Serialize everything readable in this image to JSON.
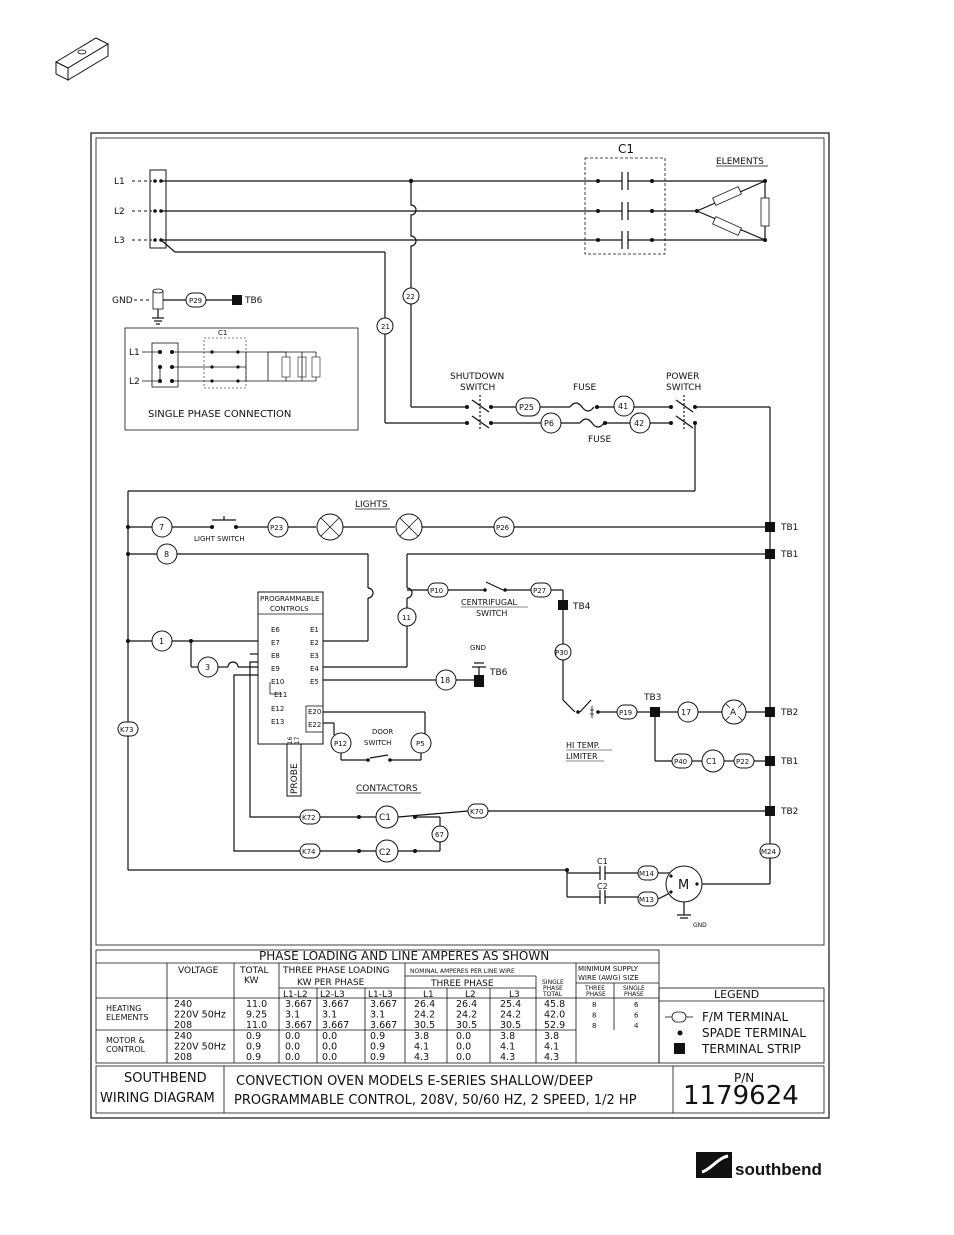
{
  "diagram": {
    "lines": [
      "L1",
      "L2",
      "L3"
    ],
    "gnd": "GND",
    "c1": "C1",
    "elements": "ELEMENTS",
    "tb6": "TB6",
    "wire22": "22",
    "wire21": "21",
    "single_phase": {
      "title": "SINGLE PHASE CONNECTION",
      "l1": "L1",
      "l2": "L2",
      "c1": "C1"
    },
    "shutdown_switch": [
      "SHUTDOWN",
      "SWITCH"
    ],
    "fuse": "FUSE",
    "power_switch": [
      "POWER",
      "SWITCH"
    ],
    "p25": "P25",
    "p6": "P6",
    "n41": "41",
    "n42": "42",
    "lights": "LIGHTS",
    "n7": "7",
    "light_switch": "LIGHT SWITCH",
    "p23": "P23",
    "p26": "P26",
    "tb1": "TB1",
    "tb2": "TB2",
    "tb3": "TB3",
    "tb4": "TB4",
    "n8": "8",
    "prog_controls": [
      "PROGRAMMABLE",
      "CONTROLS"
    ],
    "terminals_left": [
      "E6",
      "E7",
      "E8",
      "E9",
      "E10",
      "E11",
      "E12",
      "E13"
    ],
    "terminals_right": [
      "E1",
      "E2",
      "E3",
      "E4",
      "E5"
    ],
    "e16": "E16",
    "e17": "E17",
    "e20": "E20",
    "e22": "E22",
    "probe": "PROBE",
    "n1": "1",
    "n3": "3",
    "n11": "11",
    "n18": "18",
    "p10": "P10",
    "p27": "P27",
    "p30": "P30",
    "p19": "P19",
    "centrifugal": [
      "CENTRIFUGAL",
      "SWITCH"
    ],
    "n17": "17",
    "a": "A",
    "hi_temp": [
      "HI TEMP.",
      "LIMITER"
    ],
    "p40": "P40",
    "p22": "P22",
    "p12": "P12",
    "p5": "P5",
    "door_switch": [
      "DOOR",
      "SWITCH"
    ],
    "contactors": "CONTACTORS",
    "k72": "K72",
    "k74": "K74",
    "k70": "K70",
    "k73": "K73",
    "c1b": "C1",
    "c2": "C2",
    "n67": "67",
    "m24": "M24",
    "m14": "M14",
    "m13": "M13",
    "motor": "M",
    "p29": "P29"
  },
  "table": {
    "title": "PHASE LOADING AND LINE AMPERES AS SHOWN",
    "h_voltage": "VOLTAGE",
    "h_total": [
      "TOTAL",
      "KW"
    ],
    "h_three": [
      "THREE PHASE LOADING",
      "KW PER PHASE"
    ],
    "h_pairs": [
      "L1-L2",
      "L2-L3",
      "L1-L3"
    ],
    "h_nominal": "NOMINAL AMPERES PER LINE WIRE",
    "h_three_phase": "THREE PHASE",
    "h_lines": [
      "L1",
      "L2",
      "L3"
    ],
    "h_single": [
      "SINGLE",
      "PHASE",
      "TOTAL"
    ],
    "h_min": [
      "MINIMUM SUPPLY",
      "WIRE (AWG) SIZE"
    ],
    "h_min_three": [
      "THREE",
      "PHASE"
    ],
    "h_min_single": [
      "SINGLE",
      "PHASE"
    ],
    "heating_label": [
      "HEATING",
      "ELEMENTS"
    ],
    "motor_label": [
      "MOTOR &",
      "CONTROL"
    ],
    "heating_rows": [
      [
        "240",
        "11.0",
        "3.667",
        "3.667",
        "3.667",
        "26.4",
        "26.4",
        "25.4",
        "45.8",
        "8",
        "6"
      ],
      [
        "220V 50Hz",
        "9.25",
        "3.1",
        "3.1",
        "3.1",
        "24.2",
        "24.2",
        "24.2",
        "42.0",
        "8",
        "6"
      ],
      [
        "208",
        "11.0",
        "3.667",
        "3.667",
        "3.667",
        "30.5",
        "30.5",
        "30.5",
        "52.9",
        "8",
        "4"
      ]
    ],
    "motor_rows": [
      [
        "240",
        "0.9",
        "0.0",
        "0.0",
        "0.9",
        "3.8",
        "0.0",
        "3.8",
        "3.8"
      ],
      [
        "220V 50Hz",
        "0.9",
        "0.0",
        "0.0",
        "0.9",
        "4.1",
        "0.0",
        "4.1",
        "4.1"
      ],
      [
        "208",
        "0.9",
        "0.0",
        "0.0",
        "0.9",
        "4.3",
        "0.0",
        "4.3",
        "4.3"
      ]
    ]
  },
  "legend": {
    "title": "LEGEND",
    "items": [
      "F/M TERMINAL",
      "SPADE TERMINAL",
      "TERMINAL STRIP"
    ]
  },
  "title_block": {
    "company": "SOUTHBEND",
    "doc": "WIRING DIAGRAM",
    "line1": "CONVECTION OVEN MODELS E-SERIES SHALLOW/DEEP",
    "line2": "PROGRAMMABLE CONTROL, 208V, 50/60 HZ, 2 SPEED, 1/2 HP",
    "pn_label": "P/N",
    "pn": "1179624"
  },
  "brand": {
    "name": "southbend"
  }
}
